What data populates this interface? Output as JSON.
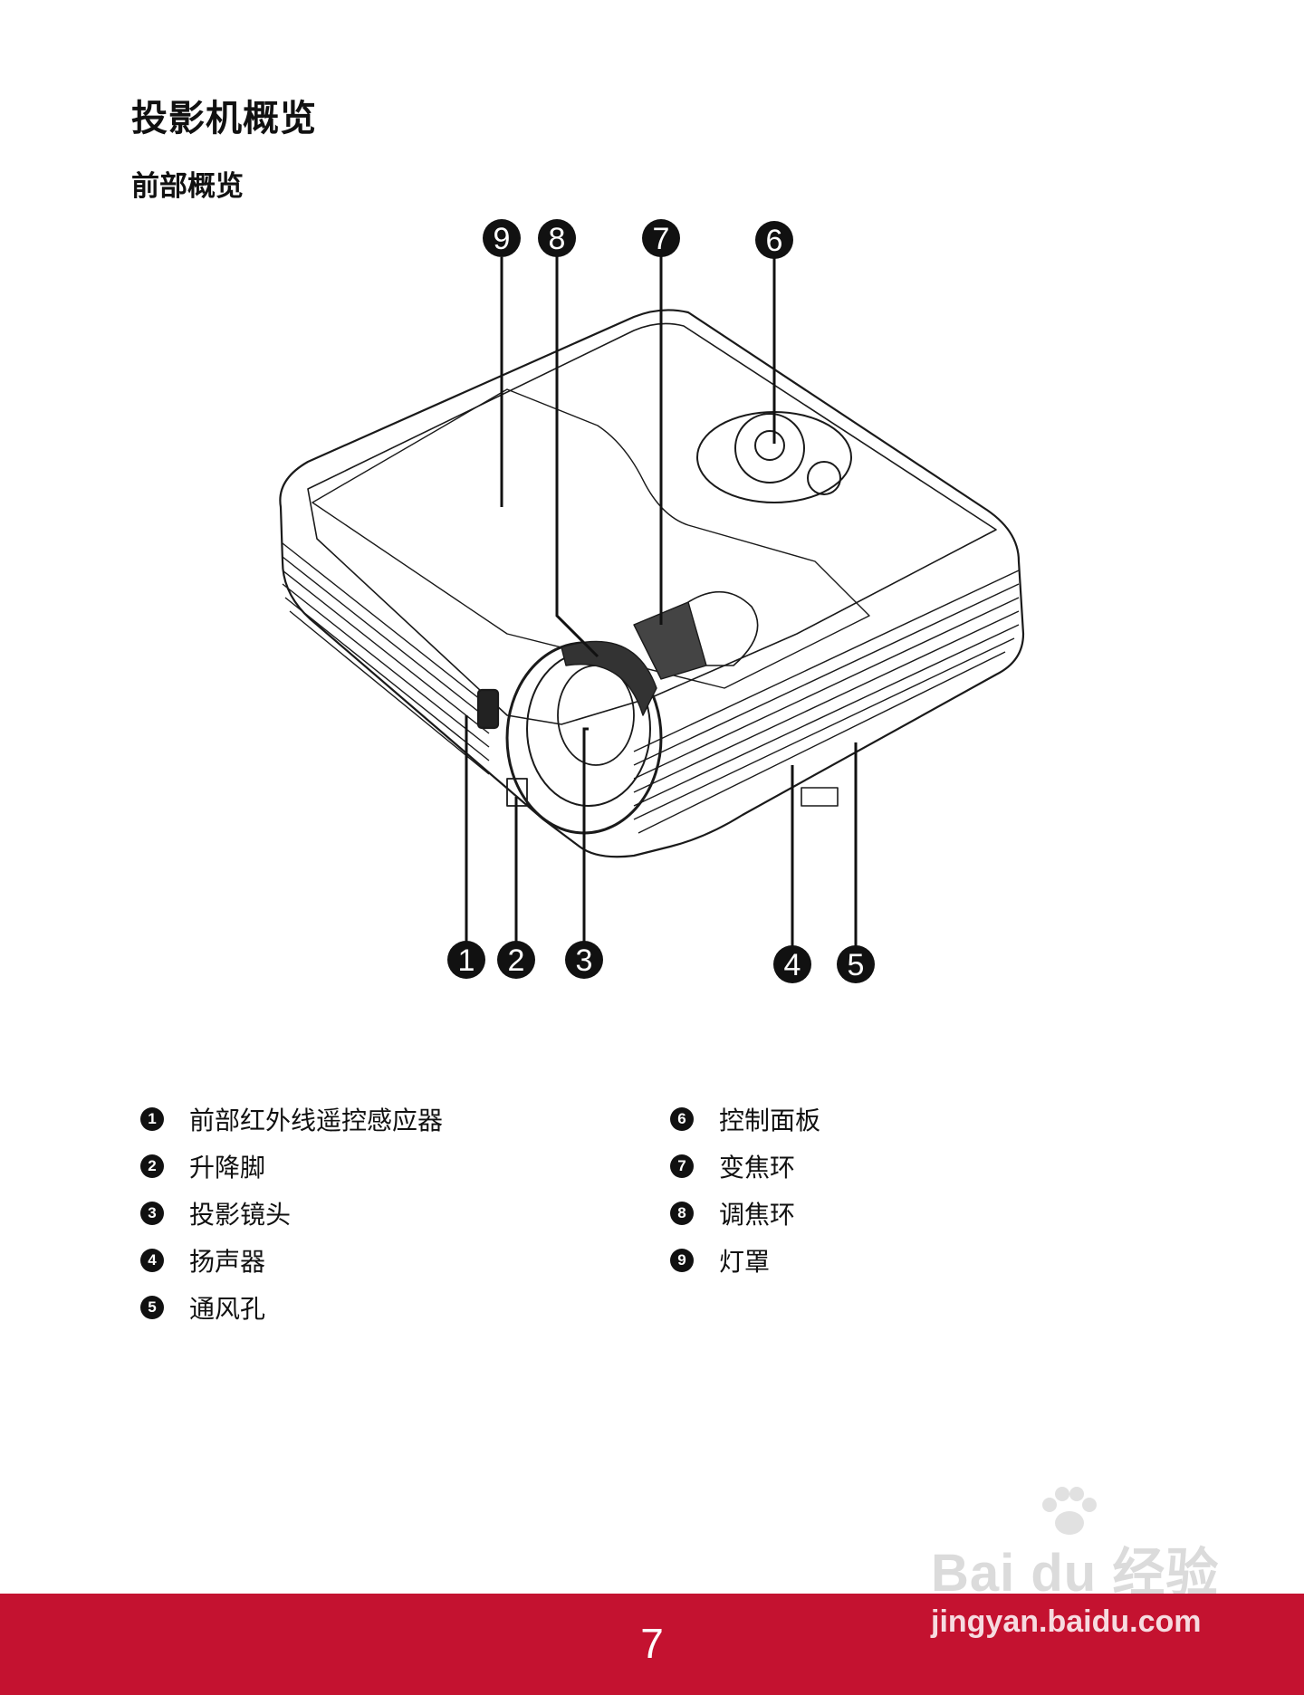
{
  "page": {
    "title": "投影机概览",
    "subtitle": "前部概览",
    "page_number": "7"
  },
  "callouts": [
    "1",
    "2",
    "3",
    "4",
    "5",
    "6",
    "7",
    "8",
    "9"
  ],
  "legend_left": [
    {
      "num": "1",
      "label": "前部红外线遥控感应器"
    },
    {
      "num": "2",
      "label": "升降脚"
    },
    {
      "num": "3",
      "label": "投影镜头"
    },
    {
      "num": "4",
      "label": "扬声器"
    },
    {
      "num": "5",
      "label": "通风孔"
    }
  ],
  "legend_right": [
    {
      "num": "6",
      "label": "控制面板"
    },
    {
      "num": "7",
      "label": "变焦环"
    },
    {
      "num": "8",
      "label": "调焦环"
    },
    {
      "num": "9",
      "label": "灯罩"
    }
  ],
  "watermark": {
    "brand": "Bai du 经验",
    "url": "jingyan.baidu.com"
  },
  "colors": {
    "footer": "#c41230",
    "ink": "#111111"
  }
}
